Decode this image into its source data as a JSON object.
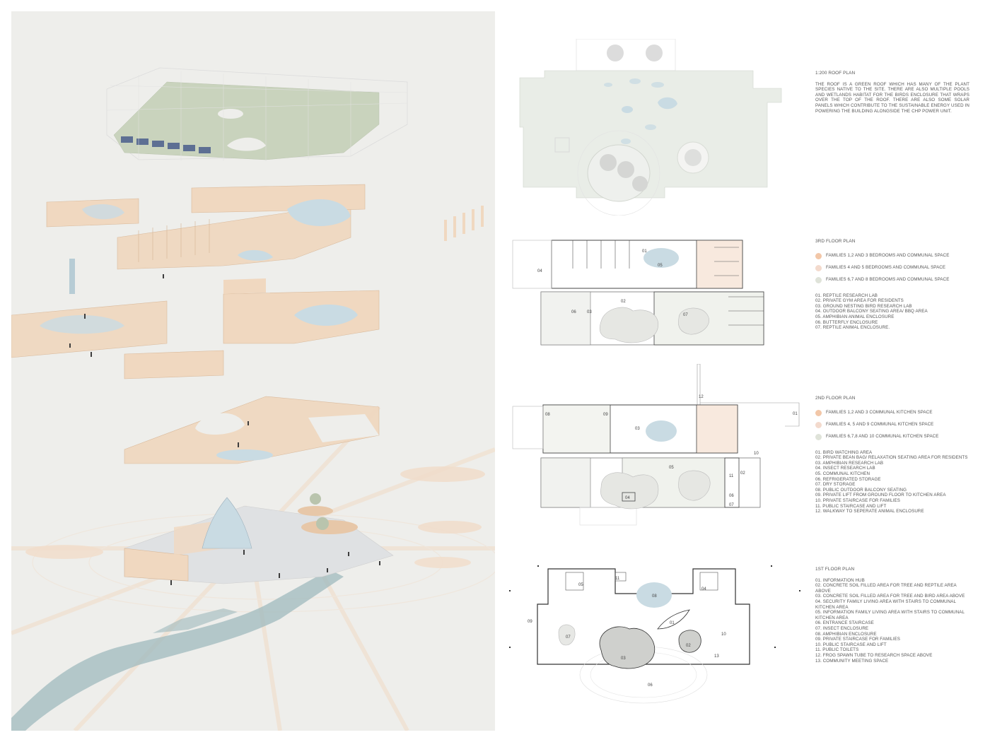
{
  "colors": {
    "background_left": "#eeeeeb",
    "timber": "#f0d8c0",
    "green_roof": "#c9d3bd",
    "water": "#c9dbe3",
    "river": "#9fb9bd",
    "swatch_a": "#f2c7a8",
    "swatch_b": "#f3dacd",
    "swatch_c": "#dfe3d9"
  },
  "roof": {
    "heading": "1:200 ROOF PLAN",
    "body": "THE ROOF IS A GREEN ROOF WHICH HAS MANY OF THE PLANT SPECIES NATIVE TO THE SITE. THERE ARE ALSO MULTIPLE POOLS AND WETLANDS HABITAT FOR THE BIRDS ENCLOSURE THAT WRAPS OVER THE TOP OF THE ROOF. THERE ARE ALSO SOME SOLAR PANELS WHICH CONTRIBUTE TO THE SUSTAINABLE ENERGY USED IN POWERING THE BUILDING ALONGSIDE THE CHP POWER UNIT."
  },
  "third_floor": {
    "heading": "3RD FLOOR PLAN",
    "legend": [
      {
        "label": "FAMILIES 1,2 AND 3 BEDROOMS AND COMMUNAL SPACE",
        "color": "#f2c7a8"
      },
      {
        "label": "FAMILIES 4 AND 5 BEDROOMS AND COMMUNAL SPACE",
        "color": "#f3dacd"
      },
      {
        "label": "FAMILIES 6,7 AND 8 BEDROOMS AND COMMUNAL SPACE",
        "color": "#dfe3d9"
      }
    ],
    "items": [
      "01. REPTILE RESEARCH LAB",
      "02. PRIVATE GYM AREA FOR RESIDENTS",
      "03. GROUND NESTING BIRD RESEARCH LAB",
      "04. OUTDOOR BALCONY SEATING AREA/ BBQ AREA",
      "05. AMPHIBIAN ANIMAL ENCLOSURE",
      "06. BUTTERFLY ENCLOSURE",
      "07. REPTILE ANIMAL ENCLOSURE."
    ],
    "plan_labels": [
      "01",
      "02",
      "03",
      "04",
      "05",
      "06",
      "07"
    ]
  },
  "second_floor": {
    "heading": "2ND  FLOOR PLAN",
    "legend": [
      {
        "label": "FAMILIES 1,2 AND 3 COMMUNAL KITCHEN SPACE",
        "color": "#f2c7a8"
      },
      {
        "label": "FAMILIES 4, 5 AND 9 COMMUNAL KITCHEN SPACE",
        "color": "#f3dacd"
      },
      {
        "label": "FAMILIES 6,7,8 AND 10 COMMUNAL KITCHEN SPACE",
        "color": "#dfe3d9"
      }
    ],
    "items": [
      "01. BIRD WATCHING AREA",
      "02. PRIVATE BEAN BAG/ RELAXATION SEATING AREA FOR RESIDENTS",
      "03. AMPHIBIAN RESEARCH LAB",
      "04. INSECT RESEARCH LAB",
      "05. COMMUNAL KITCHEN",
      "06. REFRIGERATED STORAGE",
      "07. DRY STORAGE",
      "08. PUBLIC OUTDOOR BALCONY SEATING",
      "09. PRIVATE LIFT FROM GROUND FLOOR TO KITCHEN AREA",
      "10. PRIVATE STAIRCASE FOR FAMILIES",
      "11. PUBLIC STAIRCASE AND LIFT",
      "12. WALKWAY TO SEPERATE ANIMAL ENCLOSURE"
    ],
    "plan_labels": [
      "01",
      "02",
      "03",
      "04",
      "05",
      "06",
      "07",
      "08",
      "09",
      "10",
      "11",
      "12"
    ]
  },
  "first_floor": {
    "heading": "1ST FLOOR PLAN",
    "items": [
      "01. INFORMATION HUB",
      "02. CONCRETE SOIL FILLED AREA FOR TREE AND REPTILE AREA ABOVE",
      "03. CONCRETE SOIL FILLED AREA FOR TREE AND BIRD AREA ABOVE",
      "04. SECURITY FAMILY LIVING AREA WITH STAIRS TO COMMUNAL KITCHEN AREA",
      "05. INFORMATION FAMILY LIVING AREA WITH STAIRS TO COMMUNAL KITCHEN AREA",
      "06. ENTRANCE STAIRCASE",
      "07. INSECT ENCLOSURE",
      "08. AMPHIBIAN ENCLOSURE",
      "09. PRIVATE STAIRCASE FOR FAMILIES",
      "10. PUBLIC STAIRCASE AND LIFT",
      "11. PUBLIC TOILETS",
      "12. FROG SPAWN TUBE TO RESEARCH SPACE ABOVE",
      "13. COMMUNITY MEETING SPACE"
    ],
    "plan_labels": [
      "01",
      "02",
      "03",
      "04",
      "05",
      "06",
      "07",
      "08",
      "09",
      "10",
      "11",
      "13"
    ]
  }
}
